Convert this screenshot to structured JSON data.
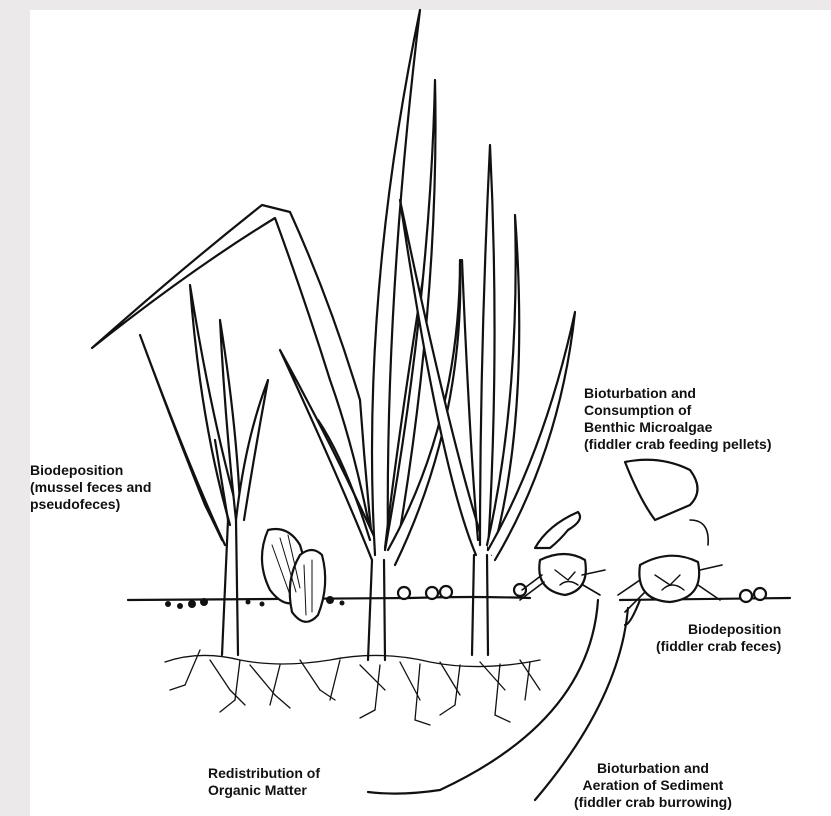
{
  "labels": {
    "biodeposition_mussel": {
      "line1": "Biodeposition",
      "line2": "(mussel feces and",
      "line3": "pseudofeces)"
    },
    "bioturbation_consumption": {
      "line1": "Bioturbation and",
      "line2": "Consumption of",
      "line3": "Benthic Microalgae",
      "line4": "(fiddler crab feeding pellets)"
    },
    "biodeposition_crab": {
      "line1": "Biodeposition",
      "line2": "(fiddler crab feces)"
    },
    "redistribution": {
      "line1": "Redistribution of",
      "line2": "Organic Matter"
    },
    "bioturbation_aeration": {
      "line1": "Bioturbation and",
      "line2": "Aeration of Sediment",
      "line3": "(fiddler crab burrowing)"
    }
  },
  "colors": {
    "background": "#ebe9ea",
    "panel": "#ffffff",
    "ink": "#111111"
  }
}
